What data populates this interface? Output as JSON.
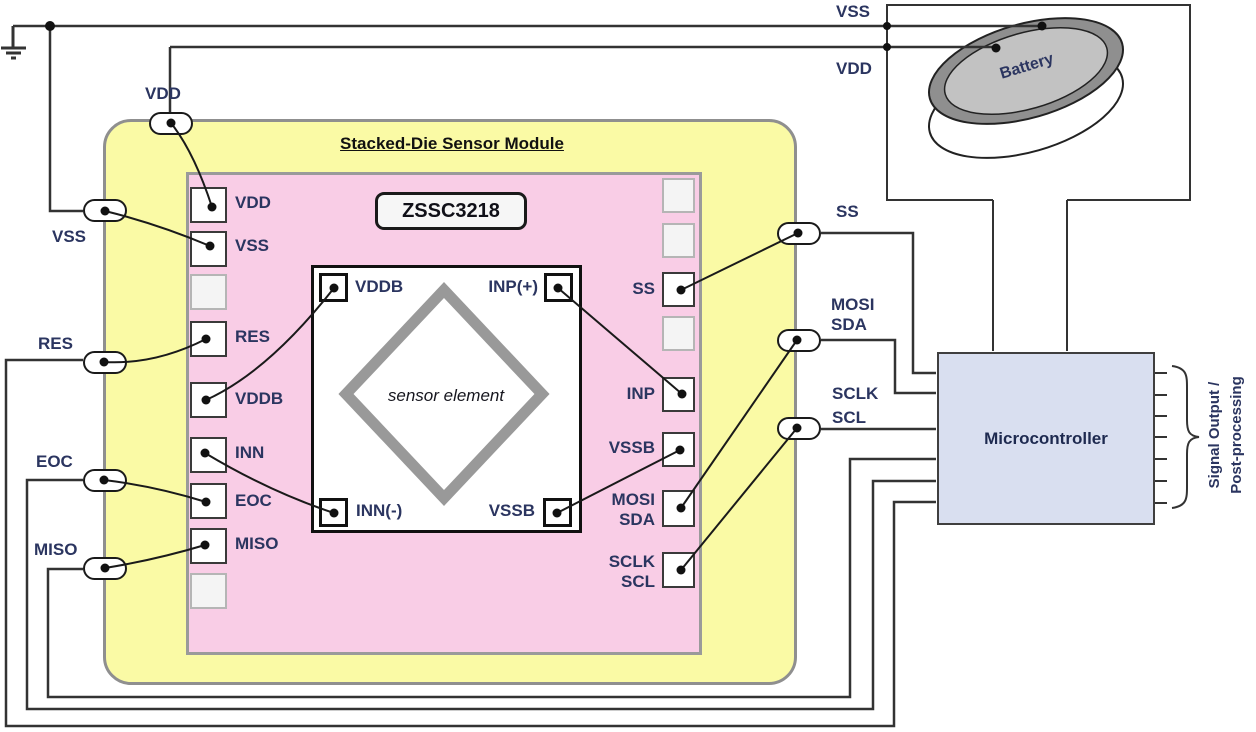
{
  "title": "Stacked-Die Sensor Module",
  "chip": {
    "name": "ZSSC3218"
  },
  "sensor": {
    "label": "sensor element",
    "pads": {
      "vddb": "VDDB",
      "inp_plus": "INP(+)",
      "inn_minus": "INN(-)",
      "vssb": "VSSB"
    }
  },
  "chip_pads_left": {
    "vdd": "VDD",
    "vss": "VSS",
    "res": "RES",
    "vddb": "VDDB",
    "inn": "INN",
    "eoc": "EOC",
    "miso": "MISO"
  },
  "chip_pads_right": {
    "ss": "SS",
    "inp": "INP",
    "vssb": "VSSB",
    "mosi": "MOSI",
    "sda": "SDA",
    "sclk": "SCLK",
    "scl": "SCL"
  },
  "external_labels": {
    "vss_top": "VSS",
    "vdd_top": "VDD",
    "vdd_module": "VDD",
    "vss_module": "VSS",
    "res": "RES",
    "eoc": "EOC",
    "miso": "MISO",
    "ss": "SS",
    "mosi": "MOSI",
    "sda": "SDA",
    "sclk": "SCLK",
    "scl": "SCL"
  },
  "battery": {
    "label": "Battery"
  },
  "mcu": {
    "label": "Microcontroller"
  },
  "output_annotation": {
    "line1": "Signal Output /",
    "line2": "Post-processing"
  },
  "colors": {
    "module_bg": "#FAFAA5",
    "chip_bg": "#F9CDE6",
    "mcu_bg": "#D9DFF0",
    "label_text": "#2B3560",
    "wire": "#333333",
    "battery_ring": "#8f8f8f",
    "battery_face": "#c2c2c2",
    "diamond": "#999999"
  }
}
